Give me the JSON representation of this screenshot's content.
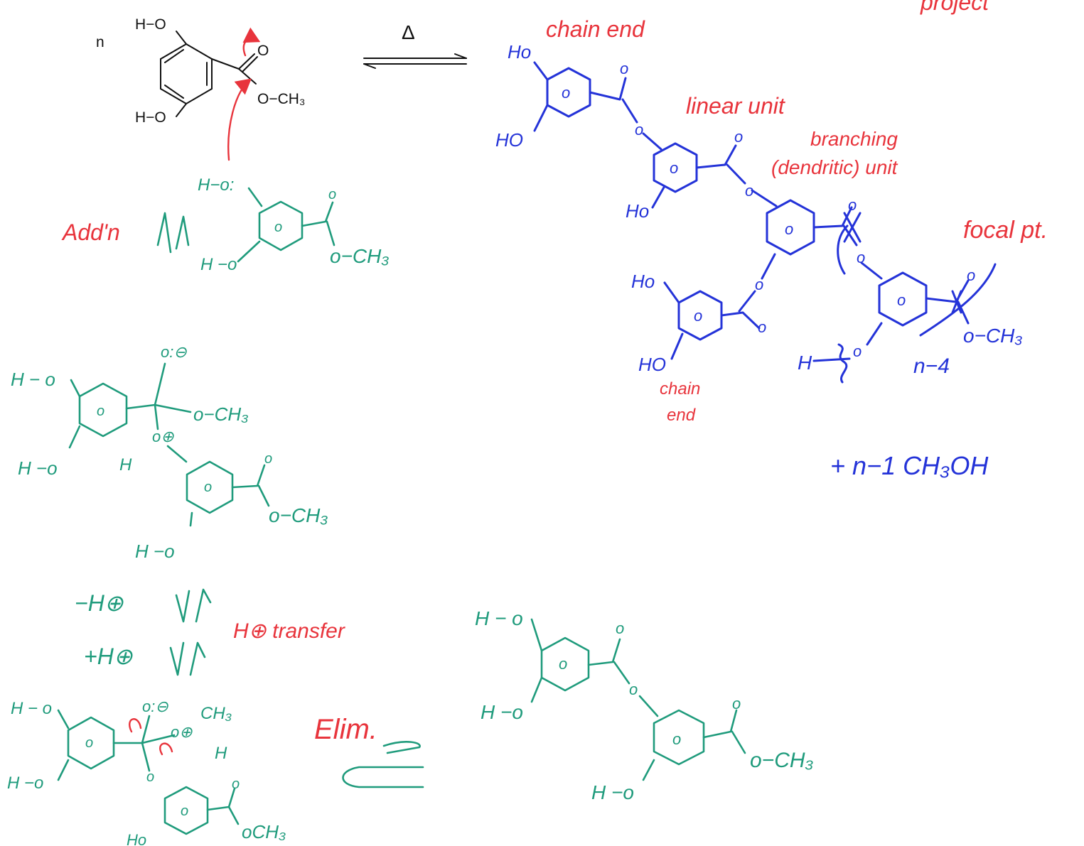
{
  "colors": {
    "annotation": "#e8343c",
    "product": "#2433d8",
    "mechanism": "#1f9b7c",
    "printed": "#111111"
  },
  "reactant": {
    "coefficient": "n",
    "oh_top": "H−O",
    "oh_bottom": "H−O",
    "carbonyl_o": "O",
    "ester": "O−CH₃"
  },
  "equilibrium": {
    "condition": "Δ"
  },
  "labels": {
    "chain_end_top": "chain end",
    "linear_unit": "linear unit",
    "branching_line1": "branching",
    "branching_line2": "(dendritic) unit",
    "focal_point": "focal pt.",
    "chain_end_bottom_line1": "chain",
    "chain_end_bottom_line2": "end",
    "corner_text": "project",
    "add_step": "Add'n",
    "h_transfer": "H⊕ transfer",
    "elim": "Elim."
  },
  "product": {
    "ho_top": "Ho",
    "ho_left": "HO",
    "ho_mid": "Ho",
    "ho_lower": "Ho",
    "ho_bottom": "HO",
    "o": "o",
    "ester_end": "o−CH₃",
    "h_end": "H",
    "repeat": "n−4",
    "byproduct": "+ n−1 CH₃OH"
  },
  "mechanism": {
    "o": "o",
    "oh_h": "H",
    "lone_pair_o": "H−o:",
    "ester": "o−CH₃",
    "h_o": "H −o",
    "ring_o": "o",
    "minus_h": "−H⊕",
    "plus_h": "+H⊕",
    "oxyanion": "o:⊖",
    "oxonium": "o⊕",
    "methyl": "CH₃",
    "och3": "oCH₃",
    "ho_short": "Ho",
    "h_minus_o": "H −o",
    "h_dash_o": "H − o"
  }
}
